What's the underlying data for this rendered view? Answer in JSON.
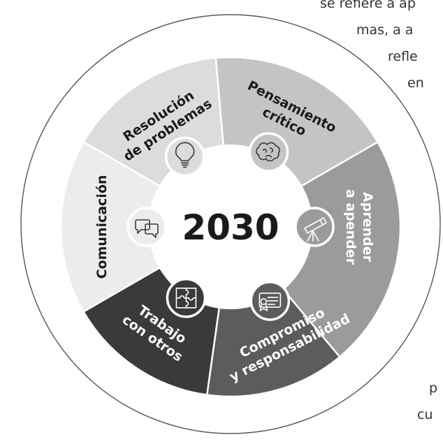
{
  "background_text": [
    "se refiere a ap",
    "mas, a a",
    "refle",
    "en",
    "p",
    "cu"
  ],
  "ring_title": "COMPETENCIAS DIGITALES",
  "center_label": "2030",
  "segments": [
    {
      "id": "comunicacion",
      "lines": [
        "Comunicación"
      ],
      "icon": "speech-bubbles-icon",
      "color": "#ececec",
      "text_color": "#1a1a1a"
    },
    {
      "id": "resolucion",
      "lines": [
        "Resolución",
        "de problemas"
      ],
      "icon": "lightbulb-icon",
      "color": "#dcdcdc",
      "text_color": "#1a1a1a"
    },
    {
      "id": "pensamiento",
      "lines": [
        "Pensamiento",
        "crítico"
      ],
      "icon": "brain-icon",
      "color": "#c4c4c4",
      "text_color": "#1a1a1a"
    },
    {
      "id": "aprender",
      "lines": [
        "Aprender",
        "a apender"
      ],
      "icon": "telescope-icon",
      "color": "#9b9b9b",
      "text_color": "#ffffff"
    },
    {
      "id": "compromiso",
      "lines": [
        "Compromiso",
        "y responsabilidad"
      ],
      "icon": "certificate-icon",
      "color": "#5c5c5c",
      "text_color": "#ffffff"
    },
    {
      "id": "trabajo",
      "lines": [
        "Trabajo",
        "con otros"
      ],
      "icon": "puzzle-icon",
      "color": "#3a3a3a",
      "text_color": "#ffffff"
    }
  ]
}
